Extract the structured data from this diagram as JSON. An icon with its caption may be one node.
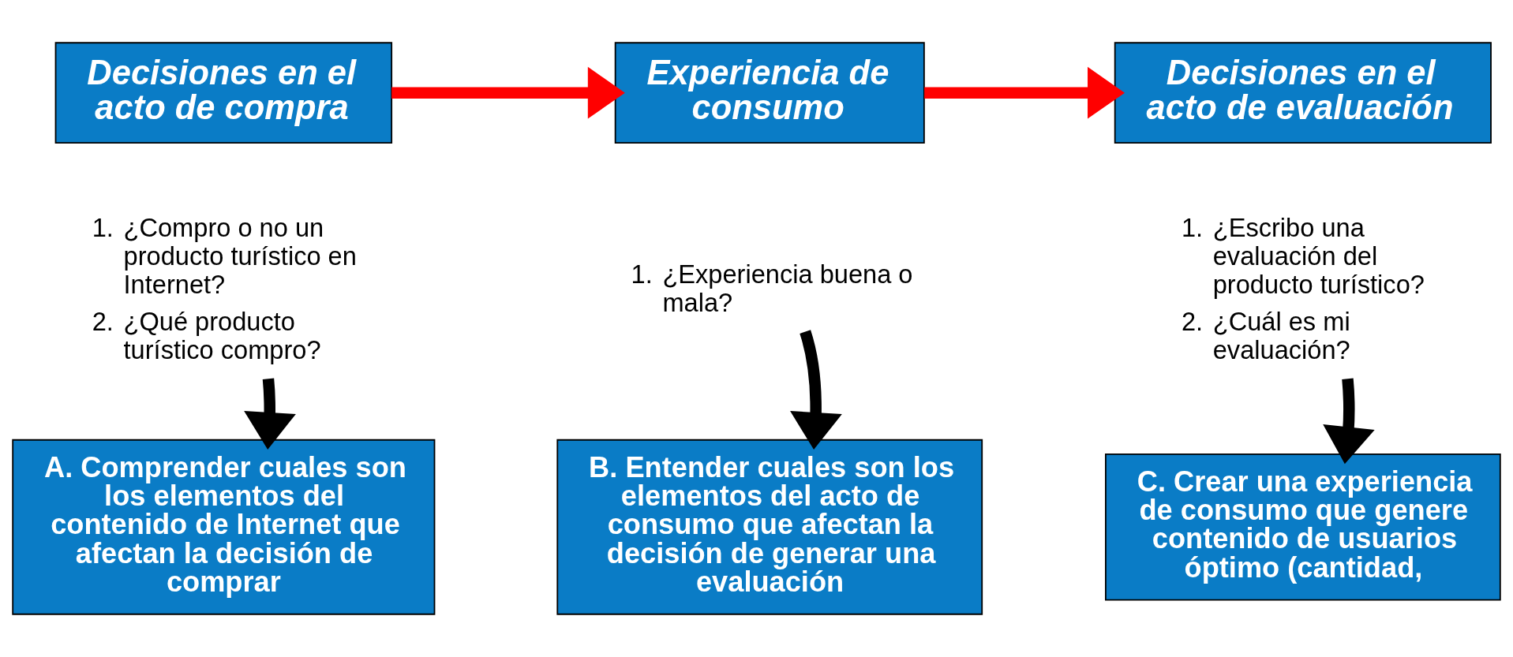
{
  "diagram": {
    "nodes": [
      {
        "text": [
          "Decisiones en el acto de compra"
        ]
      },
      {
        "text": [
          "Experiencia de consumo"
        ]
      },
      {
        "text": [
          "Decisiones en el acto de evaluación"
        ]
      },
      {
        "text": [
          "1. ¿Compro o no un producto turístico en Internet?",
          "2. ¿Qué producto turístico compro?"
        ]
      },
      {
        "text": [
          "1. ¿Experiencia buena o mala?"
        ]
      },
      {
        "text": [
          "1. ¿Escribo una evaluación del producto turístico?",
          "2. ¿Cuál es mi evaluación?"
        ]
      },
      {
        "text": [
          "A. Comprender cuales son los elementos del contenido de Internet que afectan la decisión de comprar"
        ]
      },
      {
        "text": [
          "B. Entender cuales son los elementos del acto de consumo que afectan la decisión de generar una evaluación"
        ]
      },
      {
        "text": [
          "C. Crear una experiencia de consumo que genere contenido de usuarios óptimo (cantidad,"
        ]
      }
    ],
    "edges": [
      {
        "from": 0,
        "to": 1,
        "arrow": "to",
        "color": "#ff0000"
      },
      {
        "from": 1,
        "to": 2,
        "arrow": "to",
        "color": "#ff0000"
      },
      {
        "from": 3,
        "to": 6,
        "arrow": "to"
      },
      {
        "from": 4,
        "to": 7,
        "arrow": "to"
      },
      {
        "from": 5,
        "to": 8,
        "arrow": "to"
      }
    ]
  }
}
